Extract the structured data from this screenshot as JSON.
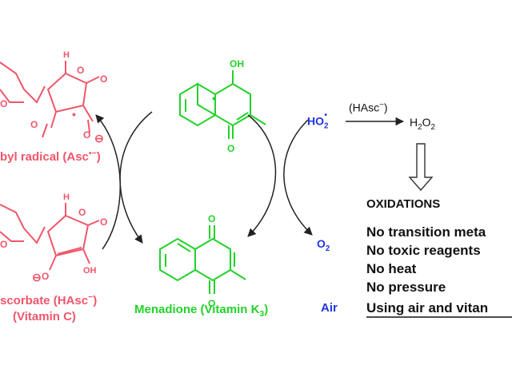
{
  "ascorbyl_radical": {
    "label": "byl radical (Asc",
    "charge": "•−",
    "close": ")"
  },
  "ascorbate": {
    "label": "scorbate (HAsc",
    "charge": "−",
    "close": ")",
    "line2": "(Vitamin C)"
  },
  "menadione": {
    "label": "Menadione (Vitamin K",
    "sub": "3",
    "close": ")"
  },
  "species": {
    "ho2": "HO",
    "ho2_sub": "2",
    "ho2_sup": "•",
    "hasc_reagent": "(HAsc",
    "hasc_sup": "−",
    "hasc_close": ")",
    "h2o2_a": "H",
    "h2o2_sub1": "2",
    "h2o2_b": "O",
    "h2o2_sub2": "2",
    "o2": "O",
    "o2_sub": "2",
    "air": "Air"
  },
  "atoms": {
    "h": "H",
    "o": "O",
    "oh": "OH",
    "ominus": "⊖",
    "radical": "•"
  },
  "oxidations": {
    "heading": "OXIDATIONS",
    "items": [
      "No transition meta",
      "No toxic reagents",
      "No heat",
      "No pressure"
    ],
    "final": "Using air and vitan"
  },
  "colors": {
    "ascorbate": "#f0566a",
    "menadione": "#22d22a",
    "oxygen_species": "#2233dd",
    "text": "#111111"
  }
}
